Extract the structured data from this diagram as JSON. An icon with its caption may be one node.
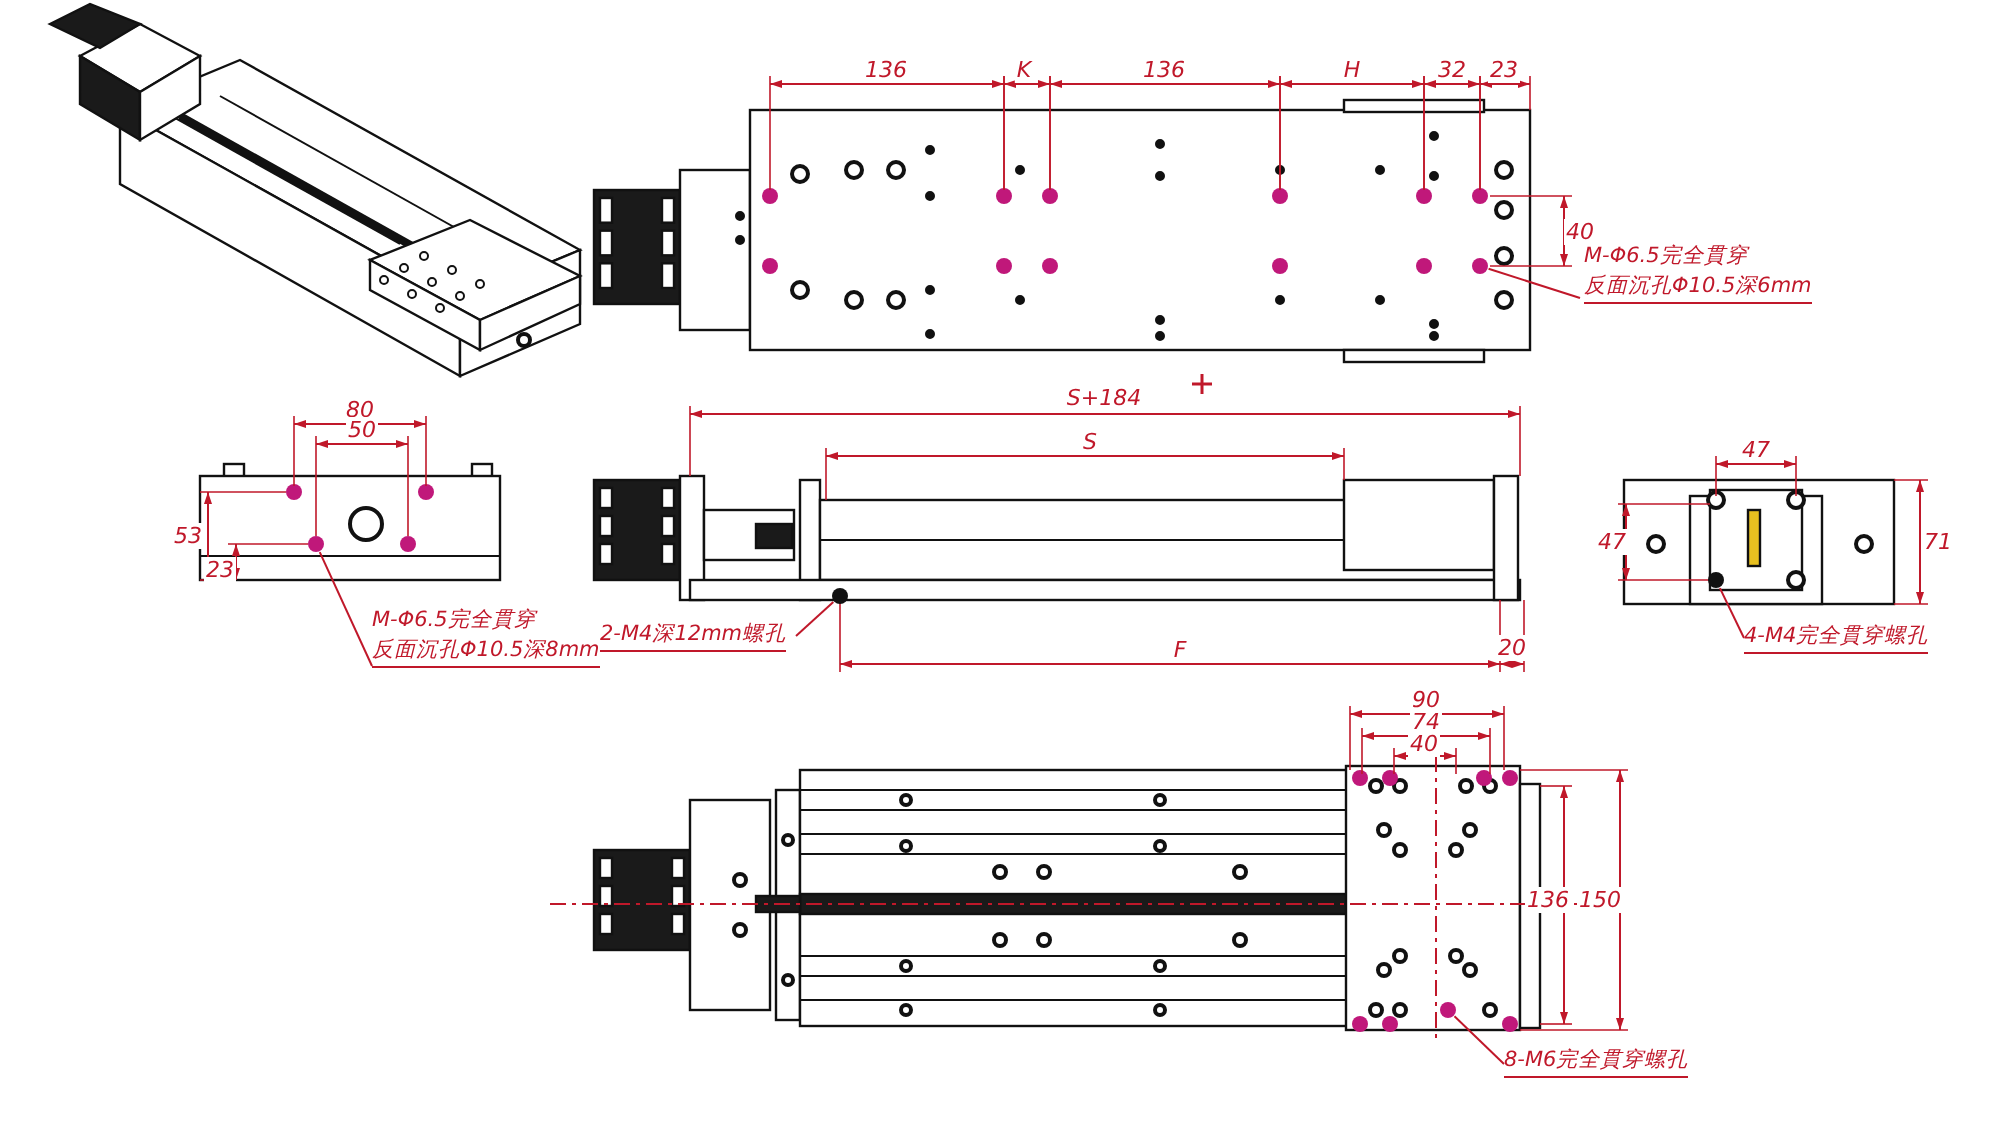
{
  "diagram": {
    "nodes": [
      {
        "text": [
          "M-Φ6.5完全貫穿",
          "反面沉孔Φ10.5深6mm"
        ]
      },
      {
        "text": [],
        "shape": "circle"
      },
      {
        "text": [
          "M-Φ6.5完全貫穿",
          "反面沉孔Φ10.5深8mm"
        ]
      },
      {
        "text": [],
        "shape": "circle"
      },
      {
        "text": [
          "2-M4深12mm螺孔"
        ]
      },
      {
        "text": [],
        "shape": "circle"
      },
      {
        "text": [
          "4-M4完全貫穿螺孔"
        ]
      },
      {
        "text": [],
        "shape": "circle"
      },
      {
        "text": [
          "8-M6完全貫穿螺孔"
        ]
      },
      {
        "text": [],
        "shape": "circle"
      }
    ],
    "edges": [
      {
        "from": 0,
        "to": 1,
        "arrow": "none"
      },
      {
        "from": 2,
        "to": 3,
        "arrow": "none"
      },
      {
        "from": 4,
        "to": 5,
        "arrow": "none"
      },
      {
        "from": 6,
        "to": 7,
        "arrow": "none"
      },
      {
        "from": 8,
        "to": 9,
        "arrow": "none"
      }
    ],
    "labels": [
      "136",
      "K",
      "136",
      "H",
      "32",
      "23",
      "40",
      "80",
      "S+184",
      "50",
      "S",
      "47",
      "53",
      "47",
      "71",
      "23",
      "F",
      "20",
      "90",
      "74",
      "40",
      "136",
      "150"
    ]
  }
}
